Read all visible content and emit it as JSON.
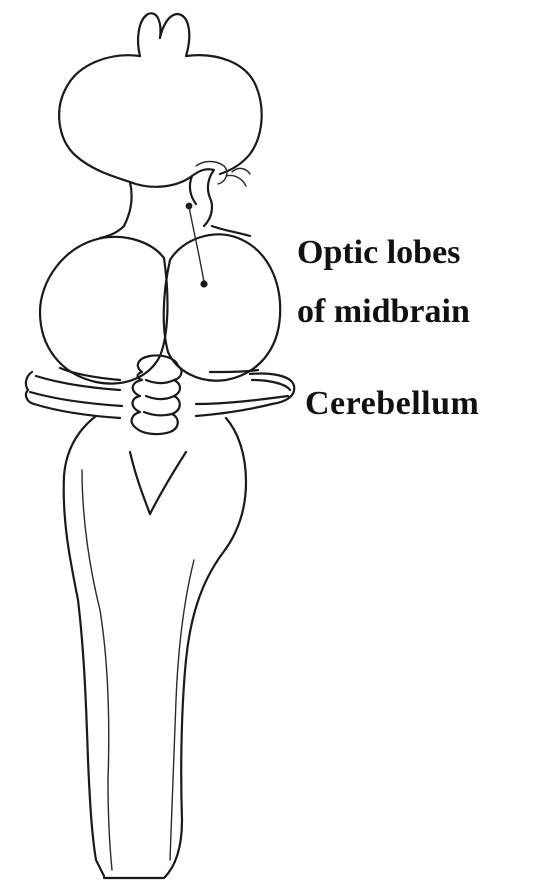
{
  "labels": {
    "optic_lobes_line1": "Optic lobes",
    "optic_lobes_line2": "of midbrain",
    "cerebellum": "Cerebellum"
  },
  "colors": {
    "ink": "#1a1a1a",
    "background": "#ffffff"
  }
}
